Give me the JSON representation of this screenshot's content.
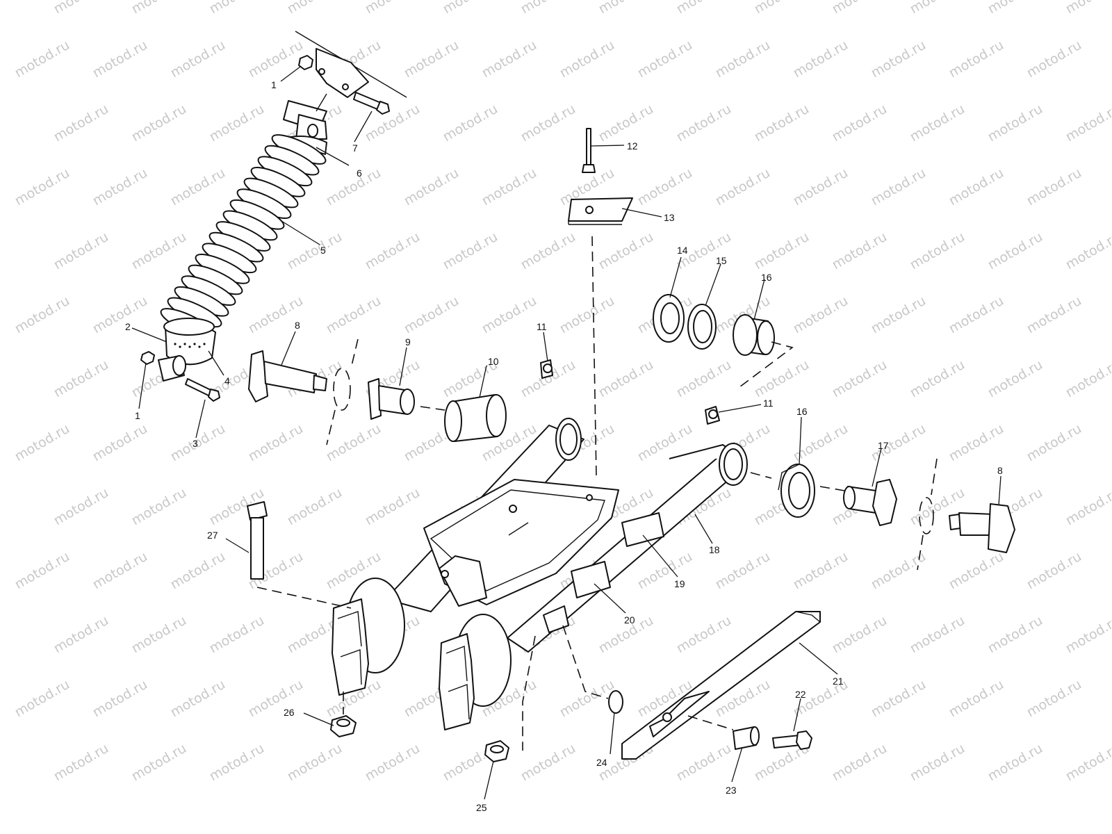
{
  "watermark": {
    "text": "motod.ru"
  },
  "callouts": [
    {
      "id": "c1a",
      "text": "1"
    },
    {
      "id": "c1b",
      "text": "1"
    },
    {
      "id": "c2",
      "text": "2"
    },
    {
      "id": "c3",
      "text": "3"
    },
    {
      "id": "c4",
      "text": "4"
    },
    {
      "id": "c5",
      "text": "5"
    },
    {
      "id": "c6",
      "text": "6"
    },
    {
      "id": "c7",
      "text": "7"
    },
    {
      "id": "c8a",
      "text": "8"
    },
    {
      "id": "c8b",
      "text": "8"
    },
    {
      "id": "c9",
      "text": "9"
    },
    {
      "id": "c10",
      "text": "10"
    },
    {
      "id": "c11a",
      "text": "11"
    },
    {
      "id": "c11b",
      "text": "11"
    },
    {
      "id": "c12",
      "text": "12"
    },
    {
      "id": "c13",
      "text": "13"
    },
    {
      "id": "c14",
      "text": "14"
    },
    {
      "id": "c15",
      "text": "15"
    },
    {
      "id": "c16a",
      "text": "16"
    },
    {
      "id": "c16b",
      "text": "16"
    },
    {
      "id": "c17",
      "text": "17"
    },
    {
      "id": "c18",
      "text": "18"
    },
    {
      "id": "c19",
      "text": "19"
    },
    {
      "id": "c20",
      "text": "20"
    },
    {
      "id": "c21",
      "text": "21"
    },
    {
      "id": "c22",
      "text": "22"
    },
    {
      "id": "c23",
      "text": "23"
    },
    {
      "id": "c24",
      "text": "24"
    },
    {
      "id": "c25",
      "text": "25"
    },
    {
      "id": "c26",
      "text": "26"
    },
    {
      "id": "c27",
      "text": "27"
    }
  ]
}
